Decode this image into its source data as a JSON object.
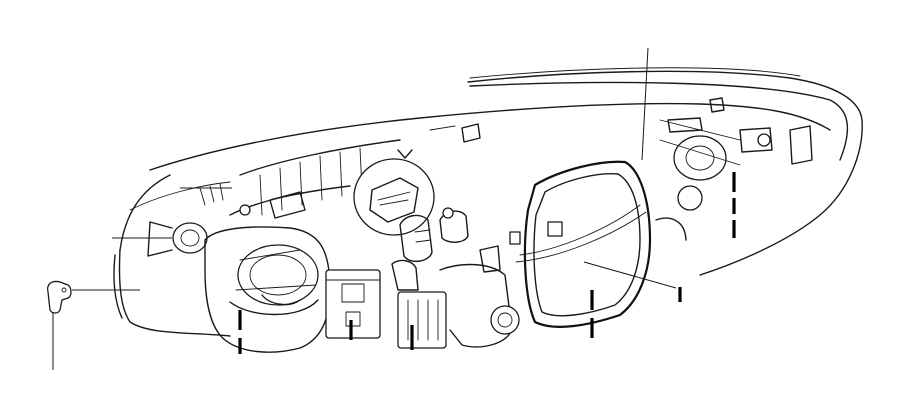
{
  "diagram": {
    "subject": "headlamp-assembly-rear-view",
    "callouts": [
      {
        "id": "callout-top-leader"
      },
      {
        "id": "callout-left-housing-leader"
      },
      {
        "id": "callout-left-bulb-leader"
      },
      {
        "id": "callout-detached-connector-leader"
      },
      {
        "id": "callout-bottom-left-leader"
      }
    ],
    "colors": {
      "line": "#1a1a1a",
      "background": "#ffffff",
      "tick": "#000000"
    }
  }
}
